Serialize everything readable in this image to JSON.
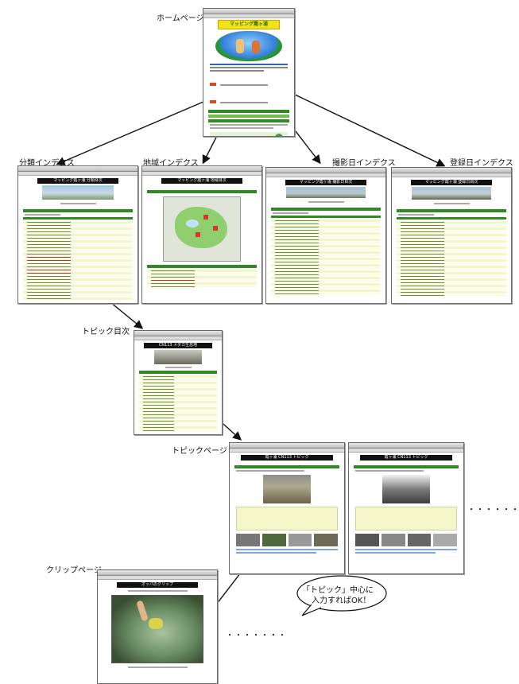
{
  "labels": {
    "home": "ホームページ",
    "category_index": "分類インデクス",
    "map_index": "地域インデクス",
    "shoot_date_index": "撮影日インデクス",
    "register_date_index": "登録日インデクス",
    "topic_toc": "トピック目次",
    "topic_page": "トピックページ",
    "clip_page": "クリップページ"
  },
  "bubble": {
    "line1": "「トピック」中心に",
    "line2": "入力すればOK！"
  },
  "continuation": "・・・・・・・",
  "home_screen": {
    "banner": "マッピング霞ヶ浦"
  },
  "colors": {
    "accent_green": "#2f8a24",
    "row_yellow": "#f3f6c8",
    "banner_yellow": "#f3e21a"
  }
}
